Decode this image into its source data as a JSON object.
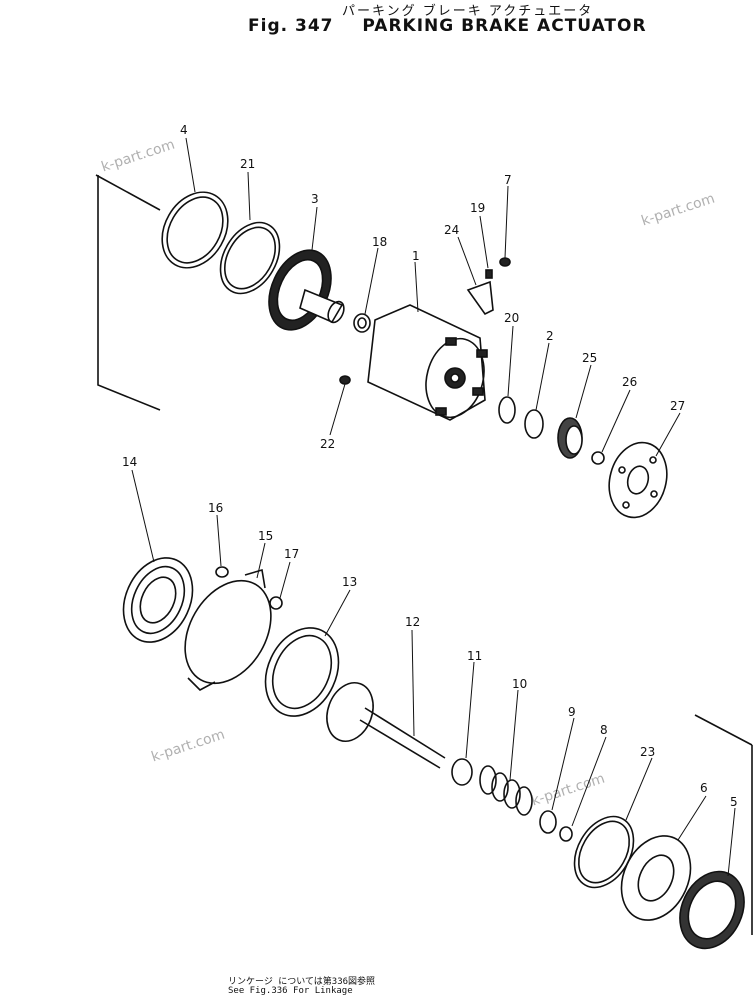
{
  "title": {
    "jp": "パーキング ブレーキ アクチュエータ",
    "fig": "Fig. 347",
    "name": "PARKING BRAKE ACTUATOR"
  },
  "watermark": "k-part.com",
  "footnote": {
    "jp": "リンケージ については第336図参照",
    "en": "See Fig.336 For Linkage"
  },
  "parts": [
    "1",
    "2",
    "3",
    "4",
    "5",
    "6",
    "7",
    "8",
    "9",
    "10",
    "11",
    "12",
    "13",
    "14",
    "15",
    "16",
    "17",
    "18",
    "19",
    "20",
    "21",
    "22",
    "23",
    "24",
    "25",
    "26",
    "27"
  ]
}
